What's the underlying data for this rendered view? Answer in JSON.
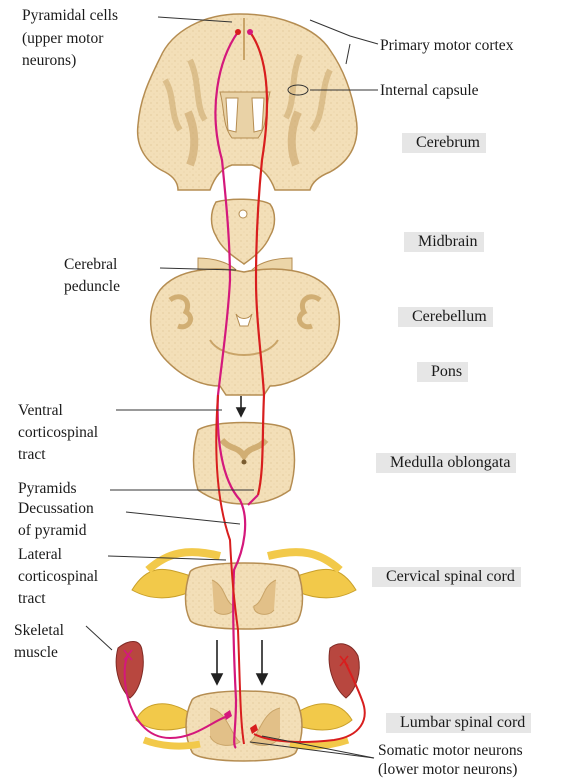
{
  "labels": {
    "pyramidal_cells_1": "Pyramidal cells",
    "pyramidal_cells_2": "(upper motor",
    "pyramidal_cells_3": "neurons)",
    "primary_motor_cortex": "Primary motor cortex",
    "internal_capsule": "Internal capsule",
    "cerebral_peduncle_1": "Cerebral",
    "cerebral_peduncle_2": "peduncle",
    "ventral_tract_1": "Ventral",
    "ventral_tract_2": "corticospinal",
    "ventral_tract_3": "tract",
    "pyramids": "Pyramids",
    "decussation_1": "Decussation",
    "decussation_2": "of pyramid",
    "lateral_tract_1": "Lateral",
    "lateral_tract_2": "corticospinal",
    "lateral_tract_3": "tract",
    "skeletal_muscle_1": "Skeletal",
    "skeletal_muscle_2": "muscle",
    "somatic_motor_1": "Somatic motor neurons",
    "somatic_motor_2": "(lower motor neurons)"
  },
  "regions": {
    "cerebrum": "Cerebrum",
    "midbrain": "Midbrain",
    "cerebellum": "Cerebellum",
    "pons": "Pons",
    "medulla": "Medulla oblongata",
    "cervical": "Cervical spinal cord",
    "lumbar": "Lumbar spinal cord"
  },
  "colors": {
    "tissue": "#f3dfb8",
    "tissue_outline": "#b58d52",
    "grey_matter": "#dcb77e",
    "tract_red": "#d81e1e",
    "tract_magenta": "#d4187c",
    "nerve_yellow": "#f2c94a",
    "muscle": "#b8473f"
  }
}
